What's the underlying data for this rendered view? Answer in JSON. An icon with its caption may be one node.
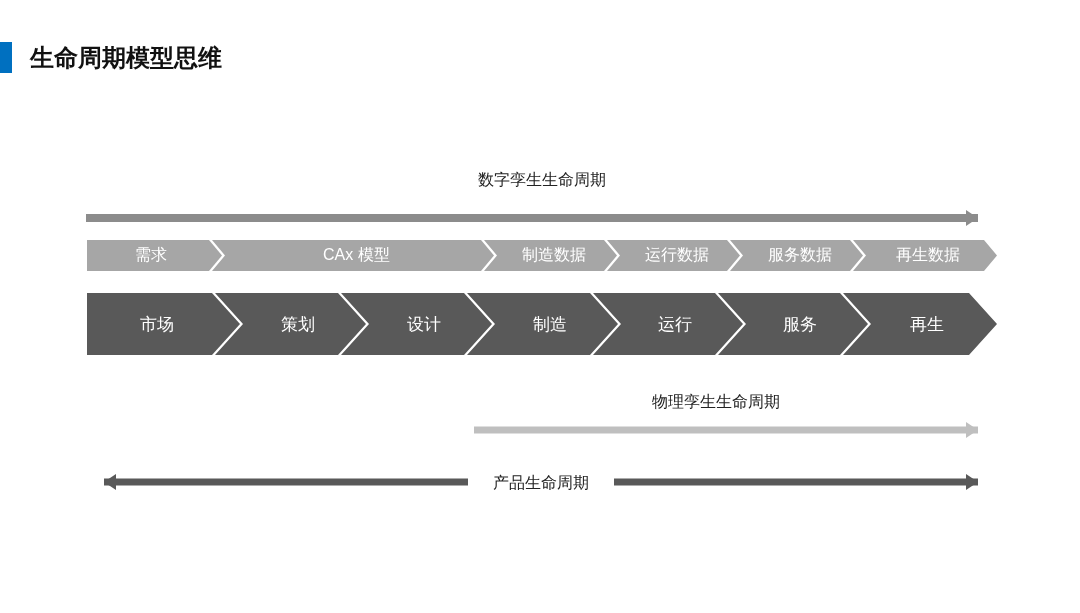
{
  "diagram": {
    "title": "生命周期模型思维",
    "nodes": [
      {
        "text": [
          "需求"
        ]
      },
      {
        "text": [
          "CAx 模型"
        ]
      },
      {
        "text": [
          "制造数据"
        ]
      },
      {
        "text": [
          "运行数据"
        ]
      },
      {
        "text": [
          "服务数据"
        ]
      },
      {
        "text": [
          "再生数据"
        ]
      },
      {
        "text": [
          "市场"
        ]
      },
      {
        "text": [
          "策划"
        ]
      },
      {
        "text": [
          "设计"
        ]
      },
      {
        "text": [
          "制造"
        ]
      },
      {
        "text": [
          "运行"
        ]
      },
      {
        "text": [
          "服务"
        ]
      },
      {
        "text": [
          "再生"
        ]
      }
    ],
    "labels": [
      "数字孪生生命周期",
      "物理孪生生命周期",
      "产品生命周期"
    ]
  }
}
